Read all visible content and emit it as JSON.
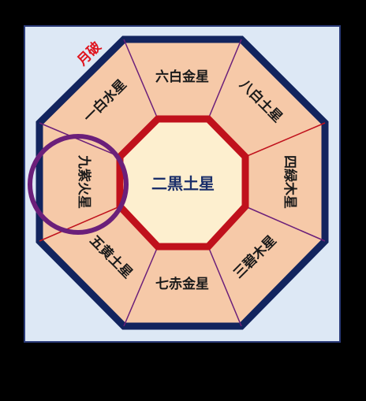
{
  "diagram": {
    "center": {
      "label": "二黒土星"
    },
    "segments": {
      "top": {
        "label": "六白金星"
      },
      "top_right": {
        "label": "八白土星"
      },
      "right": {
        "label": "四緑木星"
      },
      "bottom_right": {
        "label": "三碧木星"
      },
      "bottom": {
        "label": "七赤金星"
      },
      "bottom_left": {
        "label": "五黄土星"
      },
      "left": {
        "label": "九紫火星"
      },
      "top_left": {
        "label": "一白水星"
      }
    },
    "marker": {
      "label": "月破"
    },
    "colors": {
      "background": "#dde8f5",
      "outer_ring": "#12245e",
      "segment_fill": "#f6c9a8",
      "center_fill": "#fdefcf",
      "inner_ring": "#c0111c",
      "divider_purple": "#6b1f7a",
      "divider_red": "#c0111c",
      "highlight_circle": "#6b1f7a",
      "marker_text": "#e0141e",
      "center_text": "#1b2f6a"
    }
  }
}
